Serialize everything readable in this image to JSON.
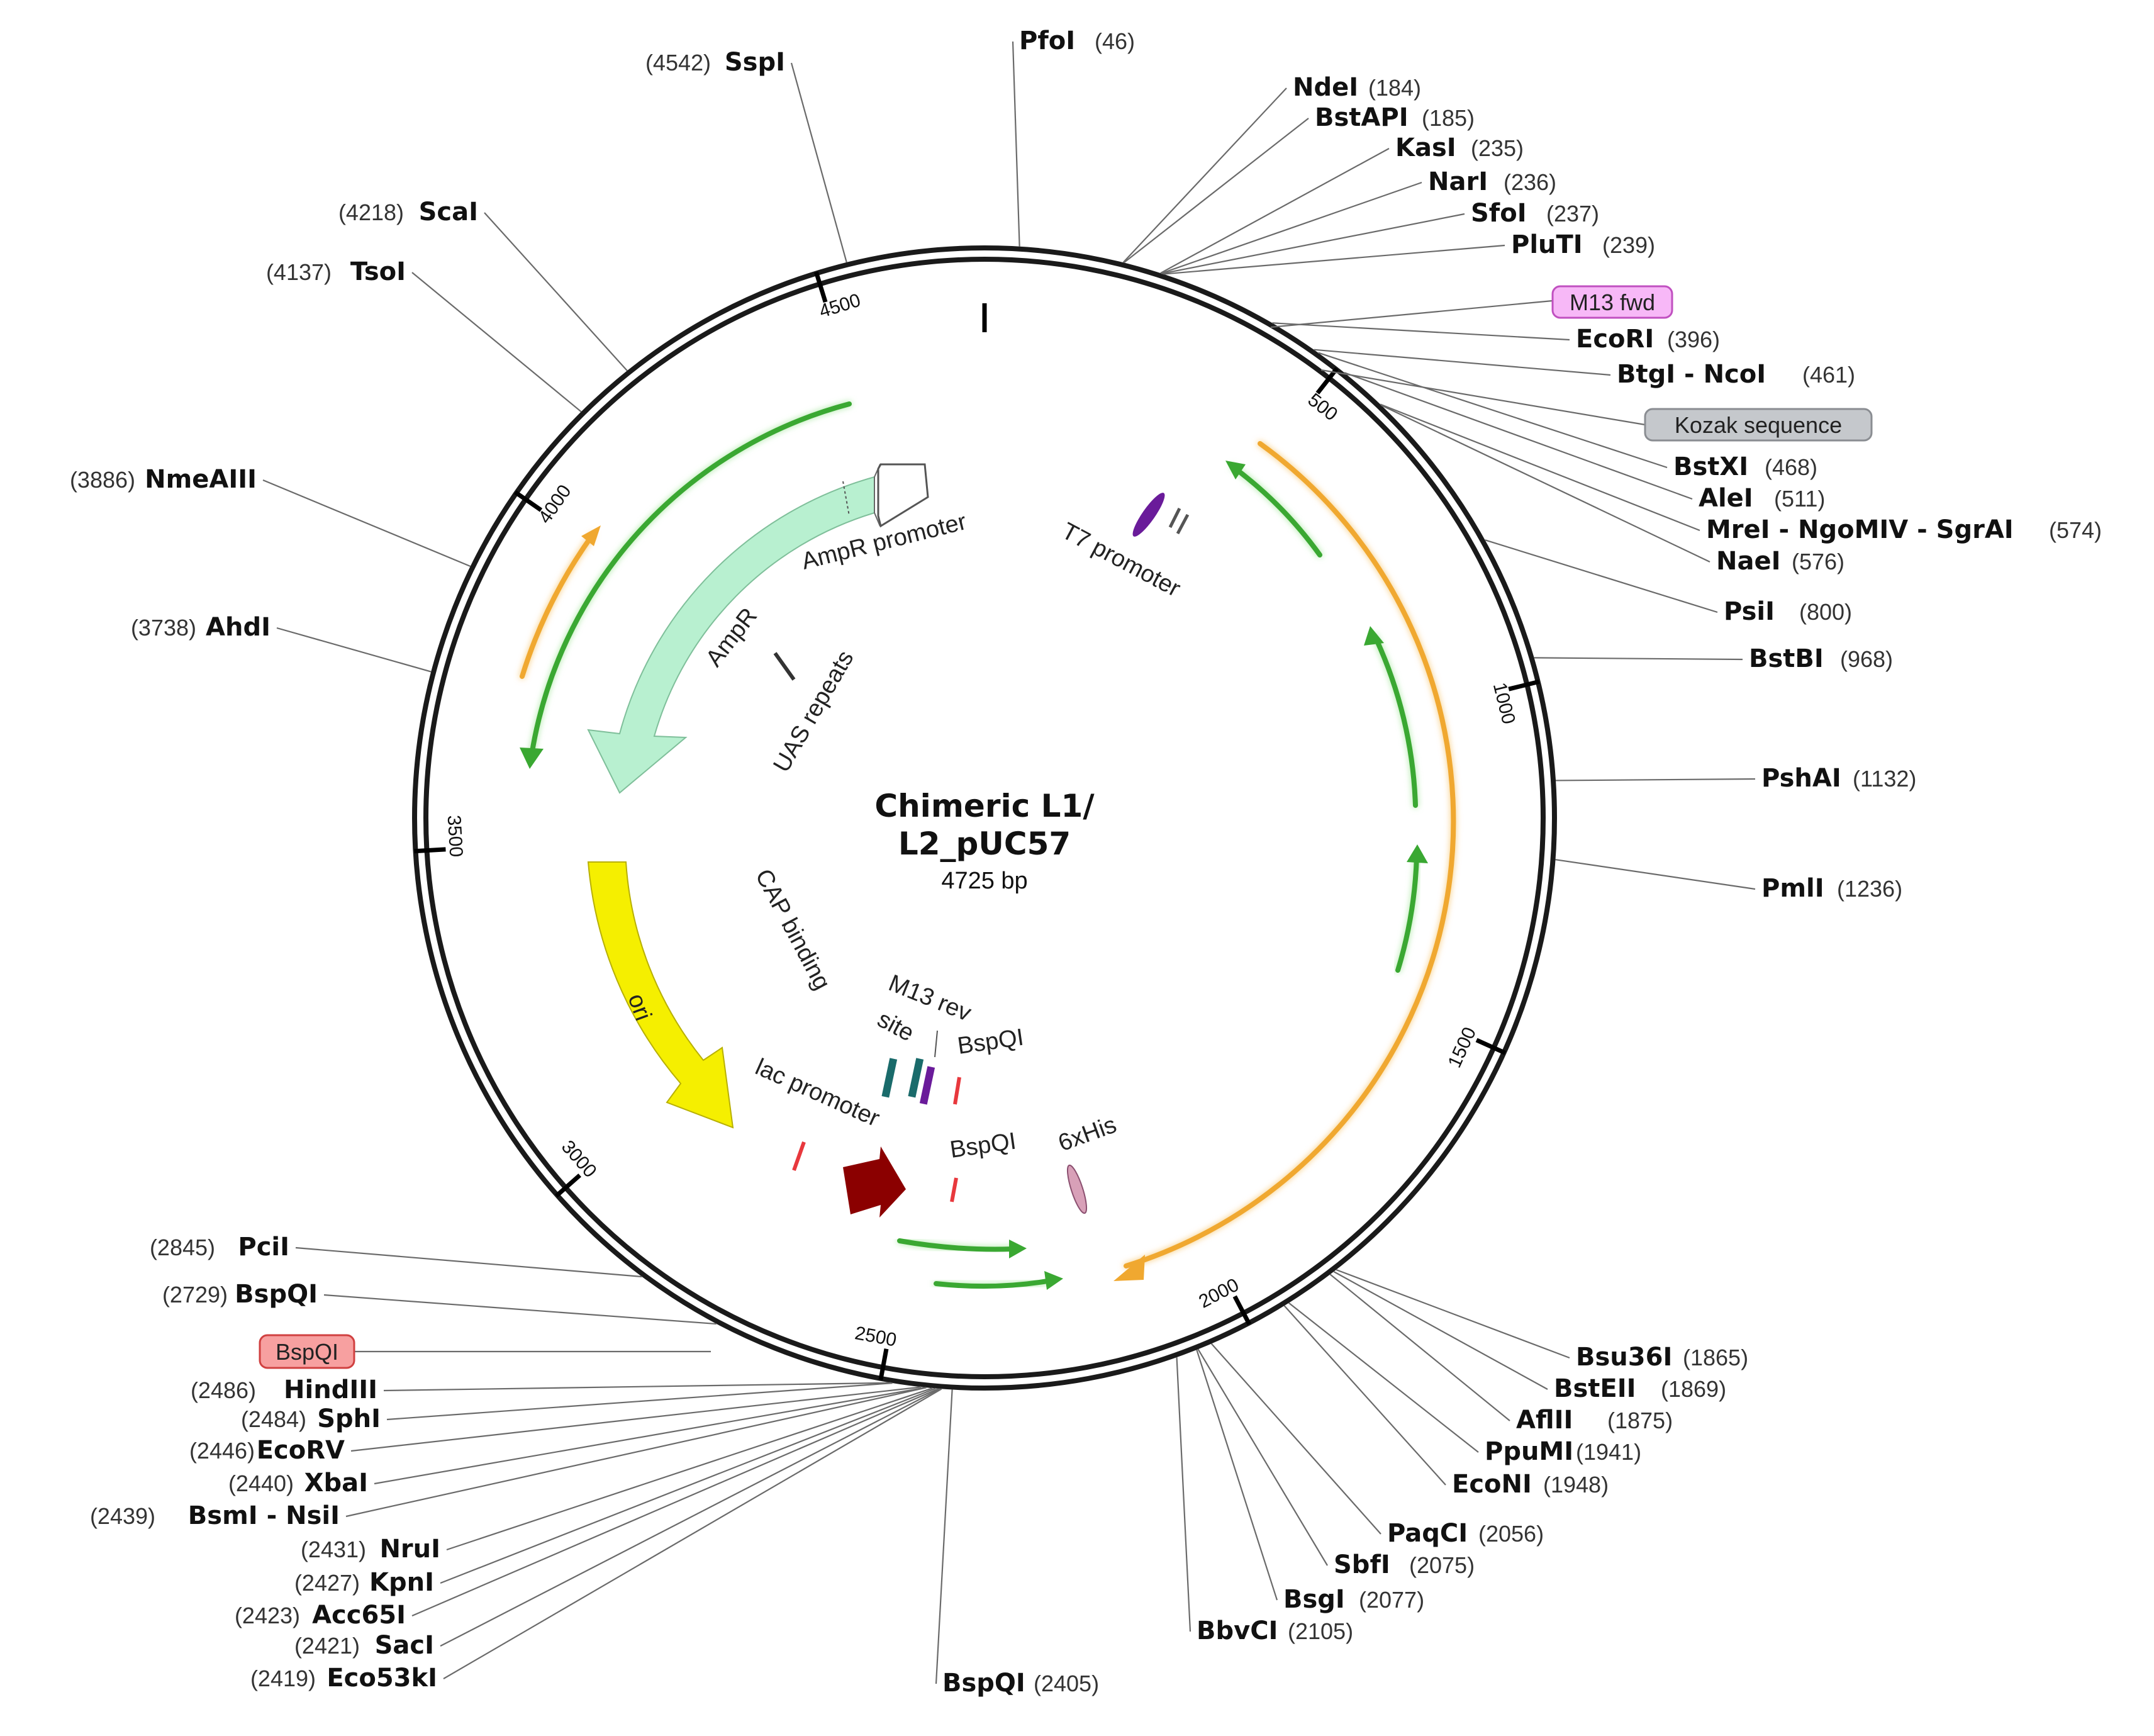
{
  "plasmid": {
    "name_line1": "Chimeric L1/",
    "name_line2": "L2_pUC57",
    "size": "4725 bp",
    "length": 4725
  },
  "colors": {
    "backbone": "#1a1a1a",
    "leader": "#6a6a6a",
    "orange_orf": "#f0a830",
    "green_orf": "#3aa832",
    "ampr": "#b8f0d0",
    "ori": "#f5ef00",
    "lac_promoter": "#8b0000",
    "t7_promoter": "#6a1b9a",
    "bspqi_mark": "#e8383d",
    "m13_fwd_tag": "#f7b8f7",
    "kozak_tag": "#c5c8cc",
    "bspqi_tag": "#f7a0a0"
  },
  "ticks": [
    {
      "pos": 500,
      "label": "500"
    },
    {
      "pos": 1000,
      "label": "1000"
    },
    {
      "pos": 1500,
      "label": "1500"
    },
    {
      "pos": 2000,
      "label": "2000"
    },
    {
      "pos": 2500,
      "label": "2500"
    },
    {
      "pos": 3000,
      "label": "3000"
    },
    {
      "pos": 3500,
      "label": "3500"
    },
    {
      "pos": 4000,
      "label": "4000"
    },
    {
      "pos": 4500,
      "label": "4500"
    }
  ],
  "sites_right": [
    {
      "name": "PfoI",
      "pos": "(46)",
      "p": 46
    },
    {
      "name": "NdeI",
      "pos": "(184)",
      "p": 184
    },
    {
      "name": "BstAPI",
      "pos": "(185)",
      "p": 185
    },
    {
      "name": "KasI",
      "pos": "(235)",
      "p": 235
    },
    {
      "name": "NarI",
      "pos": "(236)",
      "p": 236
    },
    {
      "name": "SfoI",
      "pos": "(237)",
      "p": 237
    },
    {
      "name": "PluTI",
      "pos": "(239)",
      "p": 239
    },
    {
      "name": "EcoRI",
      "pos": "(396)",
      "p": 396
    },
    {
      "name": "BtgI - NcoI",
      "pos": "(461)",
      "p": 461
    },
    {
      "name": "BstXI",
      "pos": "(468)",
      "p": 468
    },
    {
      "name": "AleI",
      "pos": "(511)",
      "p": 511
    },
    {
      "name": "MreI - NgoMIV - SgrAI",
      "pos": "(574)",
      "p": 574
    },
    {
      "name": "NaeI",
      "pos": "(576)",
      "p": 576
    },
    {
      "name": "PsiI",
      "pos": "(800)",
      "p": 800
    },
    {
      "name": "BstBI",
      "pos": "(968)",
      "p": 968
    },
    {
      "name": "PshAI",
      "pos": "(1132)",
      "p": 1132
    },
    {
      "name": "PmlI",
      "pos": "(1236)",
      "p": 1236
    },
    {
      "name": "Bsu36I",
      "pos": "(1865)",
      "p": 1865
    },
    {
      "name": "BstEII",
      "pos": "(1869)",
      "p": 1869
    },
    {
      "name": "AflII",
      "pos": "(1875)",
      "p": 1875
    },
    {
      "name": "PpuMI",
      "pos": "(1941)",
      "p": 1941
    },
    {
      "name": "EcoNI",
      "pos": "(1948)",
      "p": 1948
    },
    {
      "name": "PaqCI",
      "pos": "(2056)",
      "p": 2056
    },
    {
      "name": "SbfI",
      "pos": "(2075)",
      "p": 2075
    },
    {
      "name": "BsgI",
      "pos": "(2077)",
      "p": 2077
    },
    {
      "name": "BbvCI",
      "pos": "(2105)",
      "p": 2105
    },
    {
      "name": "BspQI",
      "pos": "(2405)",
      "p": 2405
    }
  ],
  "sites_left": [
    {
      "name": "SspI",
      "pos": "(4542)",
      "p": 4542
    },
    {
      "name": "ScaI",
      "pos": "(4218)",
      "p": 4218
    },
    {
      "name": "TsoI",
      "pos": "(4137)",
      "p": 4137
    },
    {
      "name": "NmeAIII",
      "pos": "(3886)",
      "p": 3886
    },
    {
      "name": "AhdI",
      "pos": "(3738)",
      "p": 3738
    },
    {
      "name": "PciI",
      "pos": "(2845)",
      "p": 2845
    },
    {
      "name": "BspQI",
      "pos": "(2729)",
      "p": 2729
    },
    {
      "name": "HindIII",
      "pos": "(2486)",
      "p": 2486
    },
    {
      "name": "SphI",
      "pos": "(2484)",
      "p": 2484
    },
    {
      "name": "EcoRV",
      "pos": "(2446)",
      "p": 2446
    },
    {
      "name": "XbaI",
      "pos": "(2440)",
      "p": 2440
    },
    {
      "name": "BsmI - NsiI",
      "pos": "(2439)",
      "p": 2439
    },
    {
      "name": "NruI",
      "pos": "(2431)",
      "p": 2431
    },
    {
      "name": "KpnI",
      "pos": "(2427)",
      "p": 2427
    },
    {
      "name": "Acc65I",
      "pos": "(2423)",
      "p": 2423
    },
    {
      "name": "SacI",
      "pos": "(2421)",
      "p": 2421
    },
    {
      "name": "Eco53kI",
      "pos": "(2419)",
      "p": 2419
    }
  ],
  "tags": {
    "m13_fwd": "M13 fwd",
    "kozak": "Kozak sequence",
    "bspqi": "BspQI"
  },
  "features": {
    "ampr_promoter": "AmpR promoter",
    "ampr": "AmpR",
    "uas_repeats": "UAS repeats",
    "t7_promoter": "T7 promoter",
    "ori": "ori",
    "cap_binding_line1": "CAP binding",
    "cap_binding_line2": "site",
    "m13_rev": "M13 rev",
    "bspqi_upper": "BspQI",
    "bspqi_lower": "BspQI",
    "lac_promoter": "lac promoter",
    "his6": "6xHis"
  }
}
